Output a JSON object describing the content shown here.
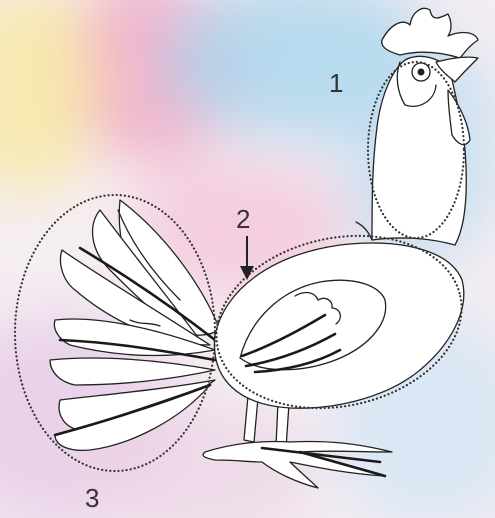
{
  "labels": [
    {
      "id": "1",
      "text": "1",
      "region": "head-and-neck"
    },
    {
      "id": "2",
      "text": "2",
      "region": "body"
    },
    {
      "id": "3",
      "text": "3",
      "region": "tail"
    }
  ],
  "colors": {
    "line": "#222222",
    "watercolor": [
      "#f1a9c4",
      "#a9d4ec",
      "#f7e8a0",
      "#d9c6ea"
    ]
  }
}
